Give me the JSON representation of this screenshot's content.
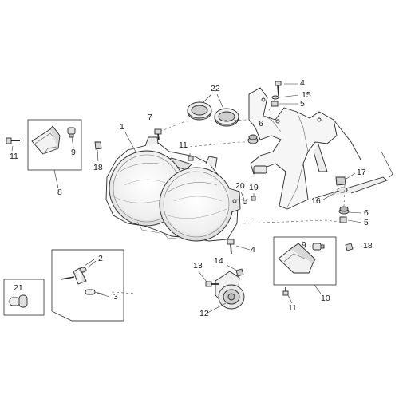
{
  "diagram": {
    "callouts": {
      "c1": "1",
      "c2": "2",
      "c3": "3",
      "c4a": "4",
      "c4b": "4",
      "c5a": "5",
      "c5b": "5",
      "c6a": "6",
      "c6b": "6",
      "c7": "7",
      "c8": "8",
      "c9a": "9",
      "c9b": "9",
      "c10": "10",
      "c11a": "11",
      "c11b": "11",
      "c11c": "11",
      "c12": "12",
      "c13": "13",
      "c14": "14",
      "c15": "15",
      "c16": "16",
      "c17": "17",
      "c18a": "18",
      "c18b": "18",
      "c19": "19",
      "c20": "20",
      "c21": "21",
      "c22": "22"
    },
    "colors": {
      "line": "#2a2a2a",
      "lens": "#f4f4f4",
      "ring": "#d8d8d8"
    }
  }
}
